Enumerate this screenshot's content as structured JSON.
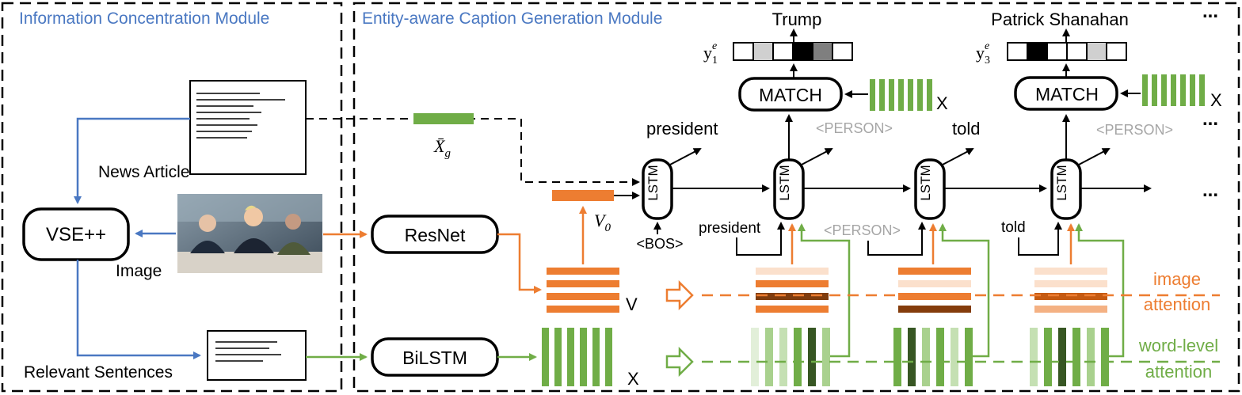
{
  "modules": {
    "left_title": "Information Concentration Module",
    "right_title": "Entity-aware Caption Generation Module"
  },
  "labels": {
    "news_article": "News Article",
    "image": "Image",
    "relevant_sentences": "Relevant Sentences",
    "vse": "VSE++",
    "resnet": "ResNet",
    "bilstm": "BiLSTM",
    "lstm": "LSTM",
    "match": "MATCH",
    "x": "X",
    "v": "V",
    "bos": "<BOS>",
    "person": "<PERSON>",
    "x_g": "X̄",
    "x_g_sub": "g",
    "v0": "V",
    "v0_sub": "0",
    "y1": "y",
    "y1_sub": "1",
    "y1_sup": "e",
    "y3": "y",
    "y3_sub": "3",
    "y3_sup": "e",
    "ellipsis": "...",
    "image_attention_1": "image",
    "image_attention_2": "attention",
    "word_attention_1": "word-level",
    "word_attention_2": "attention"
  },
  "words": {
    "trump": "Trump",
    "patrick": "Patrick Shanahan",
    "president_out": "president",
    "told_out": "told",
    "president_in": "president",
    "told_in": "told"
  },
  "colors": {
    "blue": "#4a78c2",
    "orange": "#ed7d31",
    "green": "#70ad47",
    "text_gray": "#a6a6a6"
  }
}
